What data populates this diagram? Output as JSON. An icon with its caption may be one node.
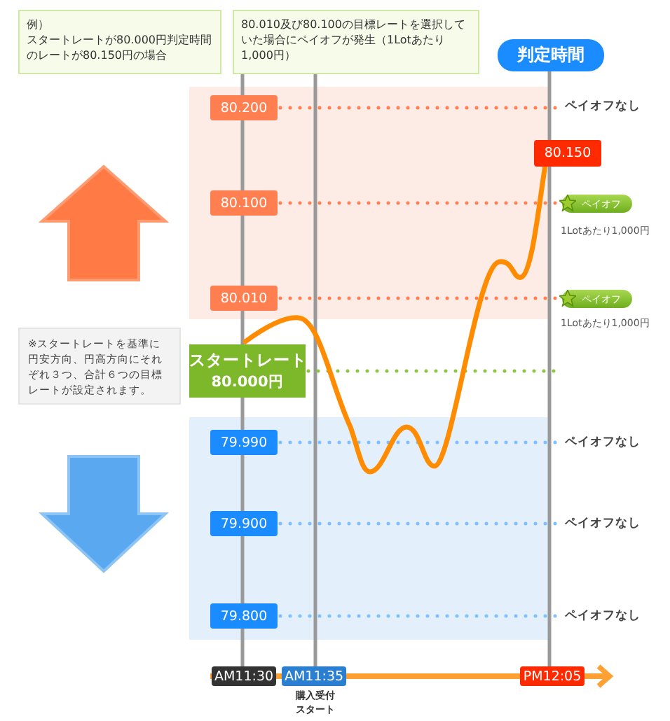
{
  "diagram": {
    "nodes": [
      {
        "text": [
          "例）",
          "スタートレートが80.000円判定時間のレートが80.150円の場合"
        ]
      },
      {
        "text": [
          "80.010及び80.100の目標レートを選択していた場合にペイオフが発生（1Lotあたり1,000円）"
        ]
      },
      {
        "text": [
          "判定時間"
        ]
      },
      {
        "text": [
          "80.200"
        ]
      },
      {
        "text": [
          "ペイオフなし"
        ]
      },
      {
        "text": [
          "80.150"
        ]
      },
      {
        "text": [
          "80.100"
        ]
      },
      {
        "text": [
          "ペイオフ"
        ],
        "beside": [
          "1Lotあたり1,000円"
        ]
      },
      {
        "text": [
          "80.010"
        ]
      },
      {
        "text": [
          "ペイオフ"
        ],
        "beside": [
          "1Lotあたり1,000円"
        ]
      },
      {
        "text": [
          "※スタートレートを基準に円安方向、円高方向にそれぞれ３つ、合計６つの目標レートが設定されます。"
        ]
      },
      {
        "text": [
          "スタートレート",
          "80.000円"
        ]
      },
      {
        "text": [
          "79.990"
        ]
      },
      {
        "text": [
          "ペイオフなし"
        ]
      },
      {
        "text": [
          "79.900"
        ]
      },
      {
        "text": [
          "ペイオフなし"
        ]
      },
      {
        "text": [
          "79.800"
        ]
      },
      {
        "text": [
          "ペイオフなし"
        ]
      },
      {
        "text": [
          "AM11:30"
        ]
      },
      {
        "text": [
          "AM11:35"
        ],
        "beside": [
          "購入受付スタート"
        ]
      },
      {
        "text": [
          "PM12:05"
        ]
      }
    ],
    "edges": [
      {
        "from": 3,
        "to": 4,
        "arrow": "none",
        "style": "dashed",
        "color": "#ff7f50"
      },
      {
        "from": 6,
        "to": 7,
        "arrow": "none",
        "style": "dashed",
        "color": "#ff7f50"
      },
      {
        "from": 8,
        "to": 9,
        "arrow": "none",
        "style": "dashed",
        "color": "#ff7f50"
      },
      {
        "from": 11,
        "to": null,
        "arrow": "none",
        "style": "dashed",
        "color": "#8cc63f"
      },
      {
        "from": 12,
        "to": 13,
        "arrow": "none",
        "style": "dashed",
        "color": "#7fbfff"
      },
      {
        "from": 14,
        "to": 15,
        "arrow": "none",
        "style": "dashed",
        "color": "#7fbfff"
      },
      {
        "from": 16,
        "to": 17,
        "arrow": "none",
        "style": "dashed",
        "color": "#7fbfff"
      }
    ]
  }
}
